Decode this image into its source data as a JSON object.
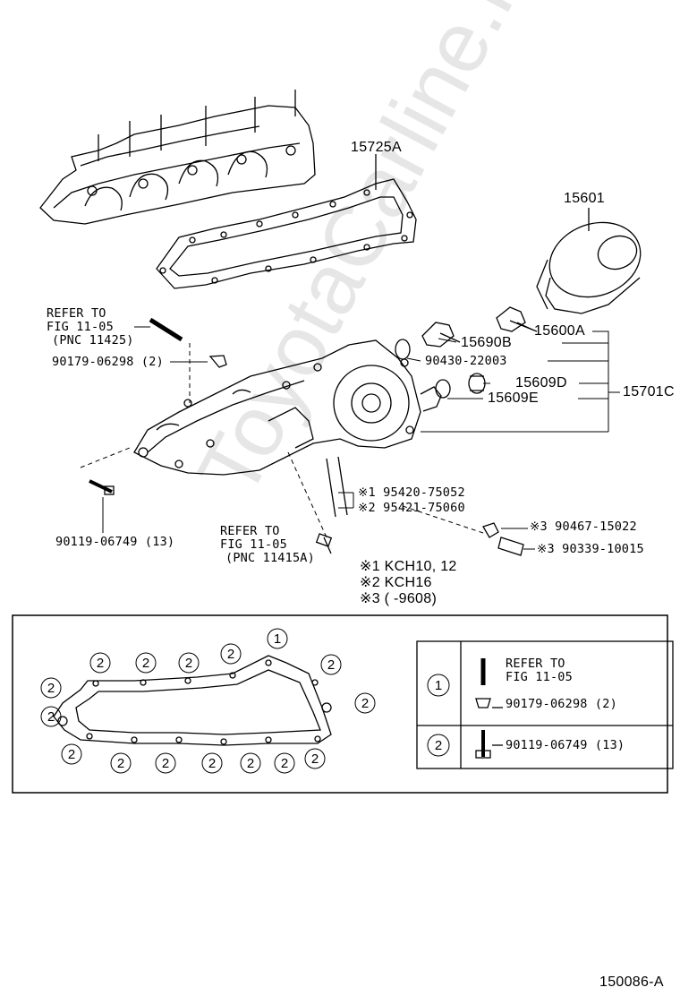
{
  "watermark": "ToyotaCarline.ru",
  "parts": {
    "p15725A": "15725A",
    "p15601": "15601",
    "p15600A": "15600A",
    "p15690B": "15690B",
    "p90430": "90430-22003",
    "p15609D": "15609D",
    "p15609E": "15609E",
    "p15701": "15701C",
    "p90179": "90179-06298 (2)",
    "p90119": "90119-06749 (13)",
    "p95420": "※1 95420-75052",
    "p95421": "※2 95421-75060",
    "p90467": "※3 90467-15022",
    "p90339": "※3 90339-10015"
  },
  "refer1": {
    "line1": "REFER TO",
    "line2": "FIG 11-05",
    "line3": "(PNC 11425)"
  },
  "refer2": {
    "line1": "REFER TO",
    "line2": "FIG 11-05",
    "line3": "(PNC 11415A)"
  },
  "notes": {
    "n1": "※1  KCH10, 12",
    "n2": "※2  KCH16",
    "n3": "※3  (      -9608)"
  },
  "legend": {
    "row1_num": "1",
    "row1_refer_line1": "REFER TO",
    "row1_refer_line2": "FIG 11-05",
    "row1_part": "90179-06298 (2)",
    "row2_num": "2",
    "row2_part": "90119-06749 (13)"
  },
  "circle_one": "1",
  "circle_two": "2",
  "figure_code": "150086-A"
}
